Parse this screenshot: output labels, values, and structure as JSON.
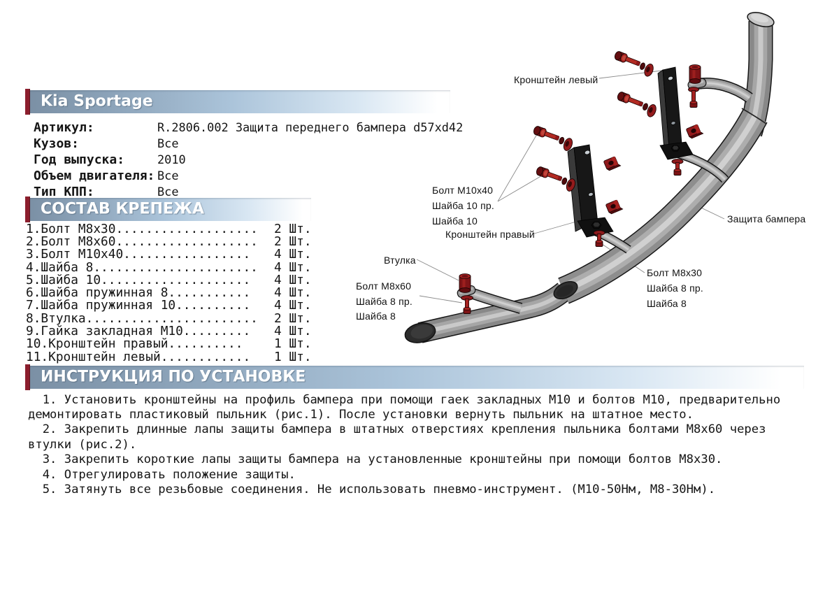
{
  "header": {
    "title": "Kia Sportage"
  },
  "specs": {
    "rows": [
      {
        "label": "Артикул:",
        "value": "R.2806.002 Защита переднего бампера d57xd42"
      },
      {
        "label": "Кузов:",
        "value": "Все"
      },
      {
        "label": "Год выпуска:",
        "value": "2010"
      },
      {
        "label": "Объем двигателя:",
        "value": "Все"
      },
      {
        "label": "Тип КПП:",
        "value": "Все"
      }
    ]
  },
  "parts": {
    "title": "СОСТАВ КРЕПЕЖА",
    "items": [
      {
        "name": "1.Болт М8х30...................",
        "qty": "2 Шт."
      },
      {
        "name": "2.Болт М8х60...................",
        "qty": "2 Шт."
      },
      {
        "name": "3.Болт М10х40.................",
        "qty": "4 Шт."
      },
      {
        "name": "4.Шайба 8......................",
        "qty": "4 Шт."
      },
      {
        "name": "5.Шайба 10....................",
        "qty": "4 Шт."
      },
      {
        "name": "6.Шайба пружинная 8...........",
        "qty": "4 Шт."
      },
      {
        "name": "7.Шайба пружинная 10..........",
        "qty": "4 Шт."
      },
      {
        "name": "8.Втулка.......................",
        "qty": "2 Шт."
      },
      {
        "name": "9.Гайка закладная М10.........",
        "qty": "4 Шт."
      },
      {
        "name": "10.Кронштейн правый..........",
        "qty": "1 Шт."
      },
      {
        "name": "11.Кронштейн левый............",
        "qty": "1 Шт."
      }
    ]
  },
  "instructions": {
    "title": "ИНСТРУКЦИЯ ПО УСТАНОВКЕ",
    "lines": [
      {
        "text": "  1. Установить кронштейны на профиль бампера при помощи гаек закладных М10 и болтов М10, предварительно"
      },
      {
        "text": "демонтировать пластиковый пыльник (рис.1). После установки вернуть пыльник на штатное место."
      },
      {
        "text": "  2. Закрепить длинные лапы защиты бампера в штатных отверстиях крепления пыльника болтами М8х60 через"
      },
      {
        "text": "втулки (рис.2)."
      },
      {
        "text": "  3. Закрепить короткие лапы защиты бампера на установленные кронштейны при помощи болтов М8х30."
      },
      {
        "text": "  4. Отрегулировать положение защиты."
      },
      {
        "text": "  5. Затянуть все резьбовые соединения. Не использовать пневмо-инструмент. (М10-50Нм, М8-30Нм)."
      }
    ]
  },
  "diagram": {
    "labels": {
      "bracket_left": "Кронштейн левый",
      "bolt_m10x40": "Болт М10х40",
      "washer_10_spring": "Шайба 10 пр.",
      "washer_10": "Шайба 10",
      "bracket_right": "Кронштейн правый",
      "bushing": "Втулка",
      "bolt_m8x60": "Болт М8х60",
      "washer_8_spring_left": "Шайба 8 пр.",
      "washer_8_left": "Шайба 8",
      "guard": "Защита бампера",
      "bolt_m8x30": "Болт М8х30",
      "washer_8_spring_right": "Шайба 8 пр.",
      "washer_8_right": "Шайба 8"
    }
  },
  "colors": {
    "accent_red": "#8c1e2d",
    "bar_blue": "#7b90a5",
    "text": "#151515"
  }
}
